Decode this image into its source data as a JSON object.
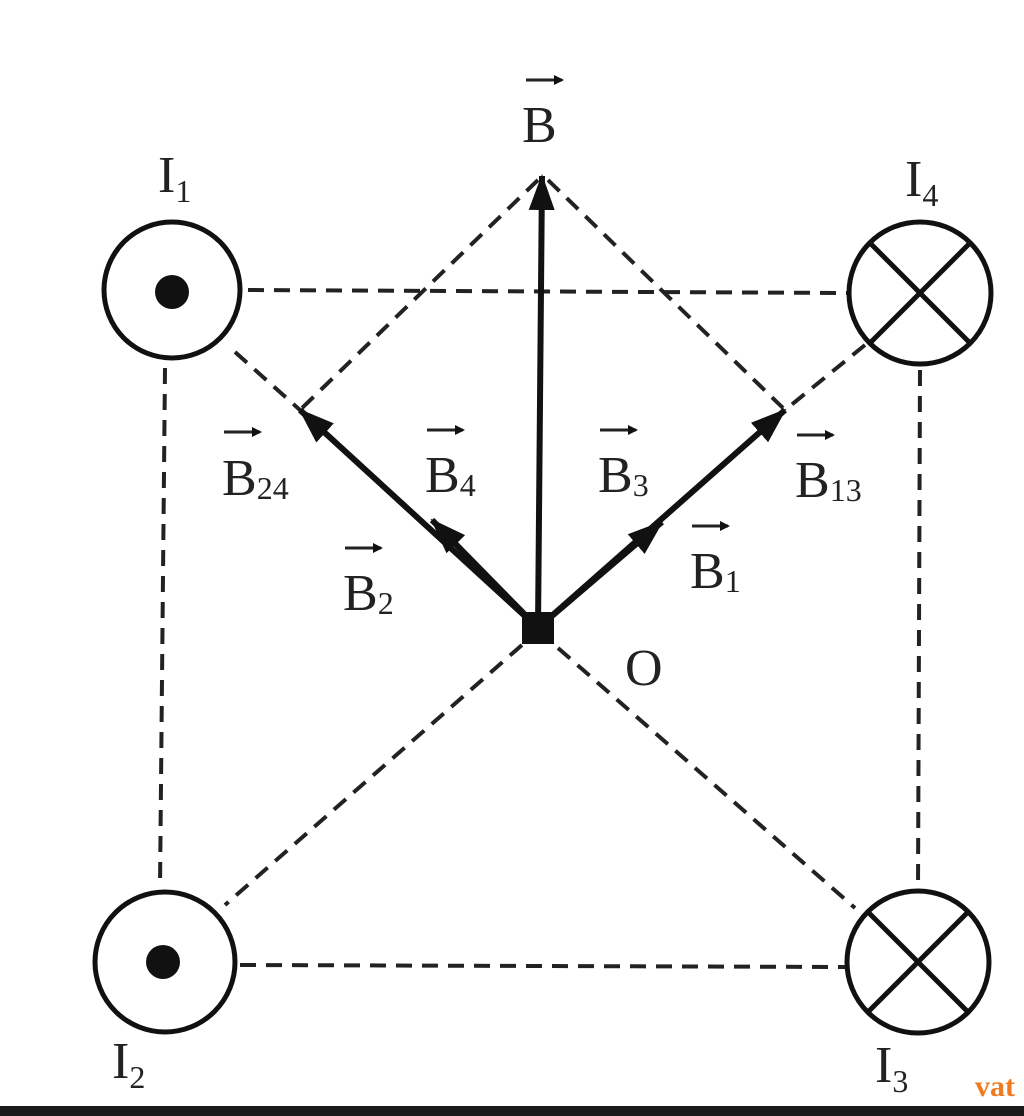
{
  "diagram": {
    "currents": [
      {
        "name": "I",
        "sub": "1",
        "direction": "out"
      },
      {
        "name": "I",
        "sub": "2",
        "direction": "out"
      },
      {
        "name": "I",
        "sub": "3",
        "direction": "in"
      },
      {
        "name": "I",
        "sub": "4",
        "direction": "in"
      }
    ],
    "vectors": {
      "B": {
        "name": "B",
        "sub": ""
      },
      "B24": {
        "name": "B",
        "sub": "24"
      },
      "B4": {
        "name": "B",
        "sub": "4"
      },
      "B3": {
        "name": "B",
        "sub": "3"
      },
      "B13": {
        "name": "B",
        "sub": "13"
      },
      "B2": {
        "name": "B",
        "sub": "2"
      },
      "B1": {
        "name": "B",
        "sub": "1"
      }
    },
    "origin_label": "O"
  },
  "watermark": "vat"
}
